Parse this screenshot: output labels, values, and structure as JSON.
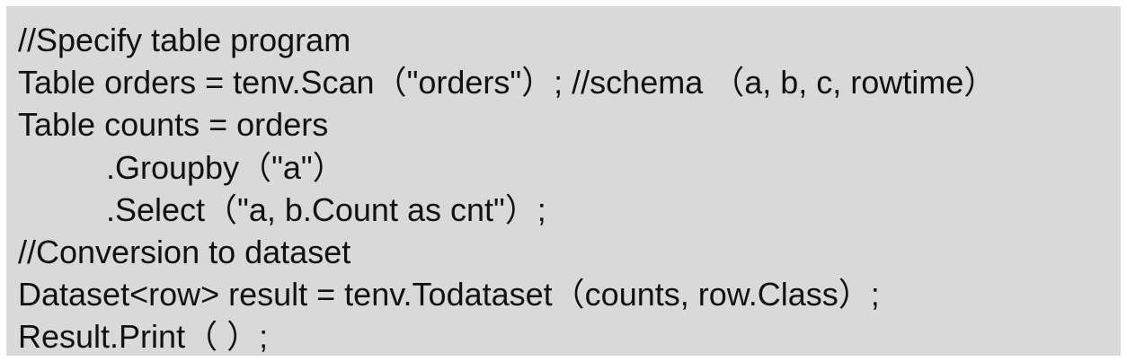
{
  "code": {
    "lines": [
      "//Specify table program",
      "Table orders = tenv.Scan（\"orders\"）; //schema （a, b, c, rowtime）",
      "Table counts = orders",
      ".Groupby（\"a\"）",
      ".Select（\"a, b.Count as cnt\"）;",
      "//Conversion to dataset",
      "Dataset<row> result = tenv.Todataset（counts, row.Class）;",
      "Result.Print（ ）;"
    ]
  },
  "colors": {
    "background": "#d9d9d9",
    "text": "#111111"
  }
}
